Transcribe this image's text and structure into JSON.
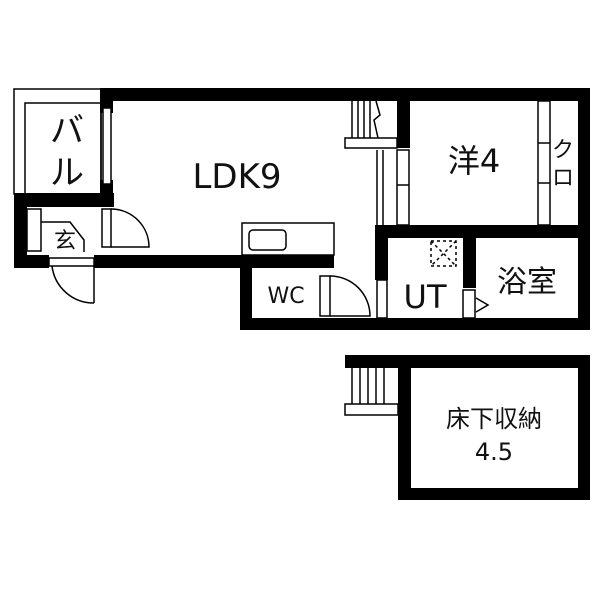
{
  "floor_plan": {
    "rooms": {
      "balcony": "バル",
      "ldk": "LDK9",
      "western_room": "洋4",
      "closet": "クロ",
      "entrance": "玄",
      "toilet": "WC",
      "utility": "UT",
      "bathroom": "浴室",
      "underfloor_storage": "床下収納",
      "underfloor_storage_size": "4.5"
    },
    "colors": {
      "wall": "#000000",
      "background": "#ffffff"
    }
  }
}
